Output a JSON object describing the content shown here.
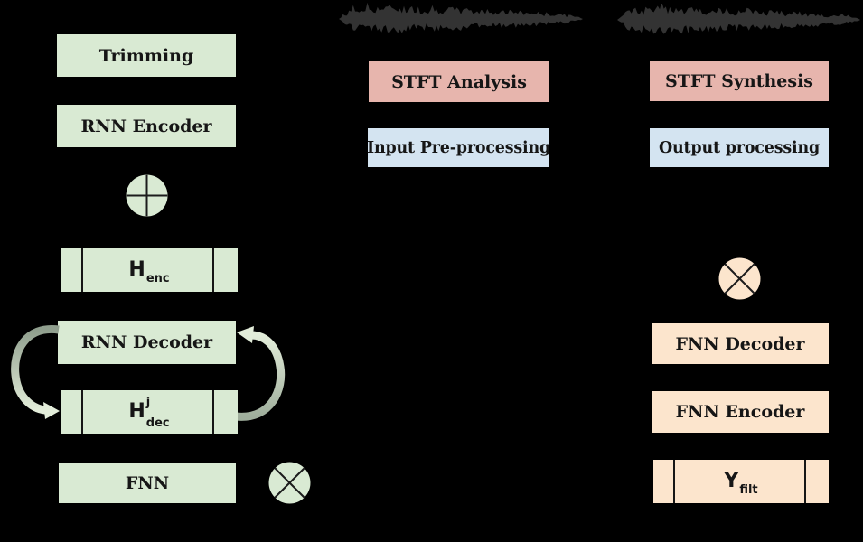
{
  "colors": {
    "bg": "#000000",
    "green": "#d9ead3",
    "pink": "#e7b5ad",
    "blue": "#d4e4f1",
    "peach": "#fce5cd",
    "waveform": "#333333",
    "line": "#1c1c1c"
  },
  "icons": {
    "adder": "circle-plus-operator",
    "multiplier": "circle-times-operator",
    "loop_arrows": "curved-recurrence-arrows",
    "waveform": "audio-waveform"
  },
  "left_column": {
    "trimming_label": "Trimming",
    "rnn_encoder_label": "RNN Encoder",
    "h_enc": {
      "base": "H",
      "sub": "enc"
    },
    "rnn_decoder_label": "RNN Decoder",
    "h_dec": {
      "base": "H",
      "sup": "j",
      "sub": "dec"
    },
    "fnn_label": "FNN"
  },
  "middle_column": {
    "stft_analysis_label": "STFT Analysis",
    "input_preprocessing_label": "Input Pre-processing"
  },
  "right_column": {
    "stft_synthesis_label": "STFT Synthesis",
    "output_processing_label": "Output processing",
    "fnn_decoder_label": "FNN Decoder",
    "fnn_encoder_label": "FNN Encoder",
    "y_filt": {
      "base": "Y",
      "sub": "filt"
    }
  }
}
